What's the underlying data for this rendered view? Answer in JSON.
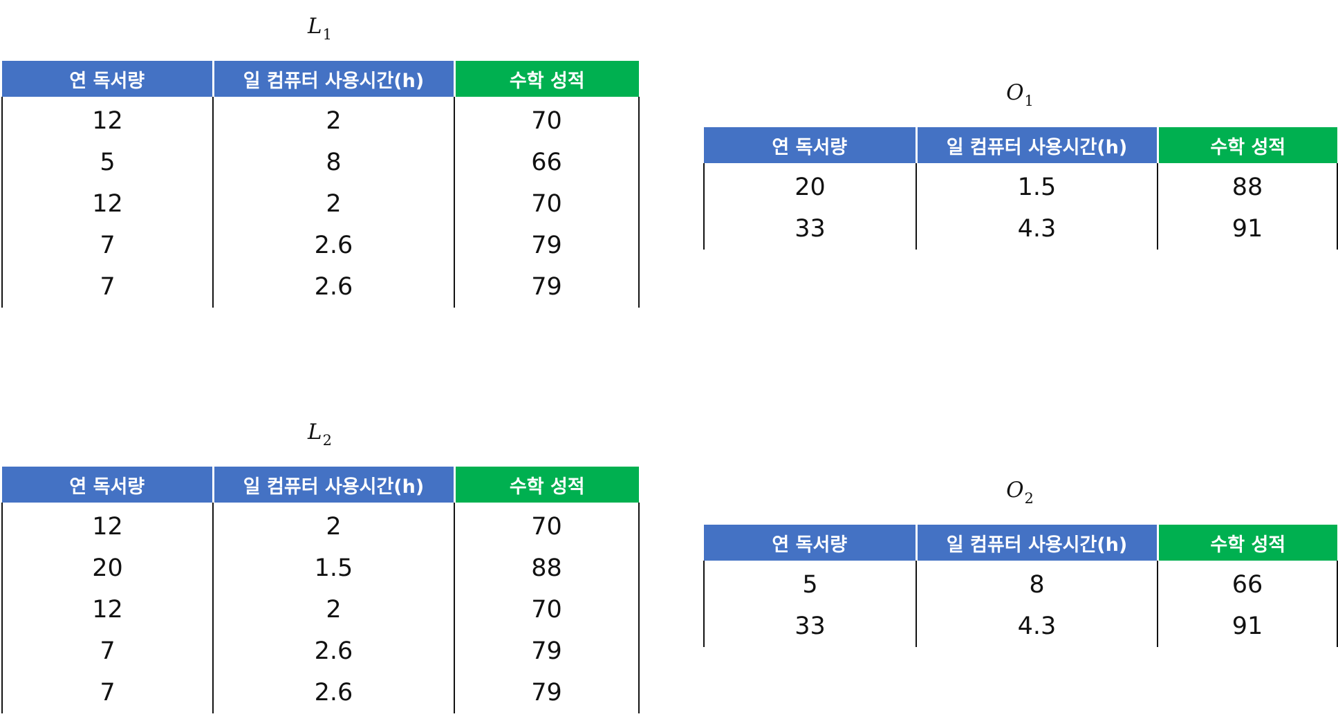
{
  "columns": [
    "연 독서량",
    "일 컴퓨터 사용시간(h)",
    "수학 성적"
  ],
  "colors": {
    "header_blue": "#4472c4",
    "header_green": "#00b050"
  },
  "tables": {
    "L1": {
      "label": "L",
      "subscript": "1",
      "rows": [
        [
          "12",
          "2",
          "70"
        ],
        [
          "5",
          "8",
          "66"
        ],
        [
          "12",
          "2",
          "70"
        ],
        [
          "7",
          "2.6",
          "79"
        ],
        [
          "7",
          "2.6",
          "79"
        ]
      ]
    },
    "O1": {
      "label": "O",
      "subscript": "1",
      "rows": [
        [
          "20",
          "1.5",
          "88"
        ],
        [
          "33",
          "4.3",
          "91"
        ]
      ]
    },
    "L2": {
      "label": "L",
      "subscript": "2",
      "rows": [
        [
          "12",
          "2",
          "70"
        ],
        [
          "20",
          "1.5",
          "88"
        ],
        [
          "12",
          "2",
          "70"
        ],
        [
          "7",
          "2.6",
          "79"
        ],
        [
          "7",
          "2.6",
          "79"
        ]
      ]
    },
    "O2": {
      "label": "O",
      "subscript": "2",
      "rows": [
        [
          "5",
          "8",
          "66"
        ],
        [
          "33",
          "4.3",
          "91"
        ]
      ]
    }
  }
}
